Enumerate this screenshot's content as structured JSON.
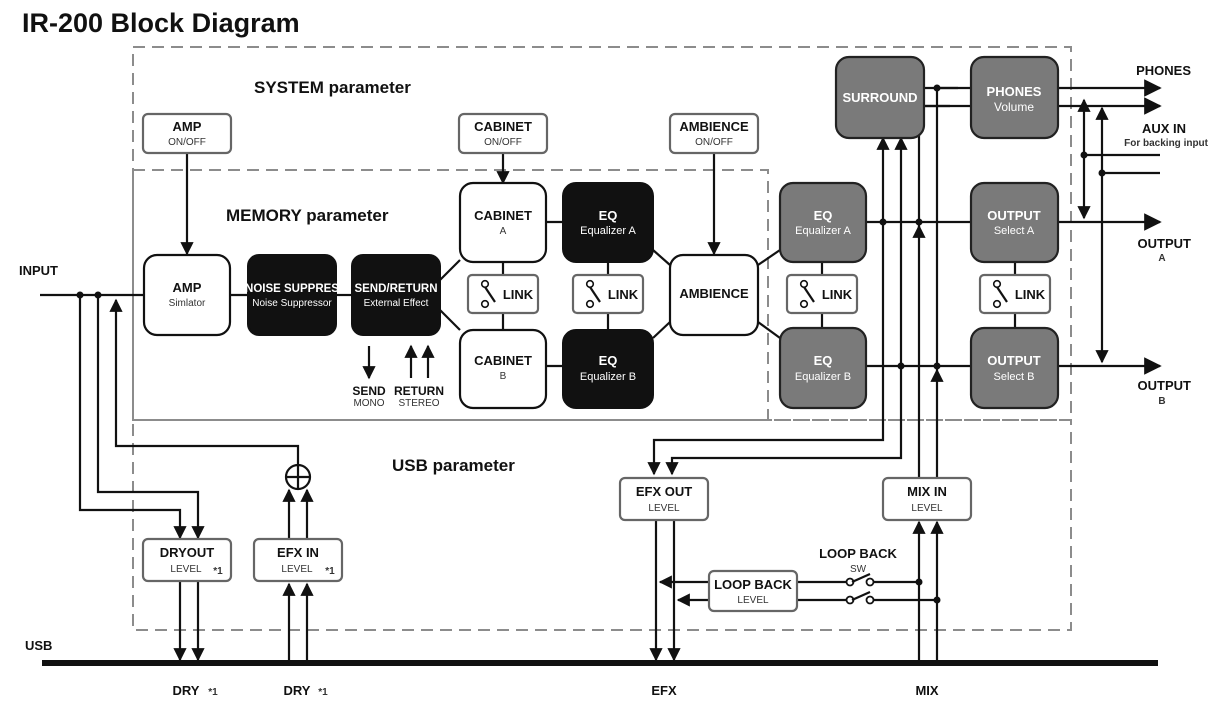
{
  "title": "IR-200 Block Diagram",
  "sections": {
    "system": "SYSTEM parameter",
    "memory": "MEMORY parameter",
    "usb": "USB parameter"
  },
  "io": {
    "input": "INPUT",
    "phones": "PHONES",
    "aux_in": "AUX IN",
    "aux_in_sub": "For backing input",
    "output_a": "OUTPUT",
    "output_a_sub": "A",
    "output_b": "OUTPUT",
    "output_b_sub": "B",
    "usb": "USB"
  },
  "system_blocks": {
    "amp_onoff": {
      "title": "AMP",
      "sub": "ON/OFF"
    },
    "cabinet_onoff": {
      "title": "CABINET",
      "sub": "ON/OFF"
    },
    "ambience_onoff": {
      "title": "AMBIENCE",
      "sub": "ON/OFF"
    },
    "surround": {
      "title": "SURROUND"
    },
    "phones_volume": {
      "title": "PHONES",
      "sub": "Volume"
    }
  },
  "memory_blocks": {
    "amp": {
      "title": "AMP",
      "sub": "Simlator"
    },
    "noise": {
      "title": "NOISE SUPPRES",
      "sub": "Noise Suppressor"
    },
    "send_return": {
      "title": "SEND/RETURN",
      "sub": "External Effect"
    },
    "cabinet_a": {
      "title": "CABINET",
      "sub": "A"
    },
    "cabinet_b": {
      "title": "CABINET",
      "sub": "B"
    },
    "eq_a": {
      "title": "EQ",
      "sub": "Equalizer A"
    },
    "eq_b": {
      "title": "EQ",
      "sub": "Equalizer B"
    },
    "ambience": {
      "title": "AMBIENCE"
    },
    "eq2_a": {
      "title": "EQ",
      "sub": "Equalizer A"
    },
    "eq2_b": {
      "title": "EQ",
      "sub": "Equalizer B"
    },
    "output_a": {
      "title": "OUTPUT",
      "sub": "Select A"
    },
    "output_b": {
      "title": "OUTPUT",
      "sub": "Select B"
    },
    "link": "LINK"
  },
  "send_return_io": {
    "send": "SEND",
    "send_sub": "MONO",
    "return": "RETURN",
    "return_sub": "STEREO"
  },
  "usb_blocks": {
    "dryout": {
      "title": "DRYOUT",
      "sub": "LEVEL",
      "note": "*1"
    },
    "efx_in": {
      "title": "EFX IN",
      "sub": "LEVEL",
      "note": "*1"
    },
    "efx_out": {
      "title": "EFX OUT",
      "sub": "LEVEL"
    },
    "mix_in": {
      "title": "MIX IN",
      "sub": "LEVEL"
    },
    "loop_back": {
      "title": "LOOP BACK",
      "sub": "LEVEL"
    },
    "loop_back_sw": {
      "title": "LOOP BACK",
      "sub": "SW"
    }
  },
  "usb_ports": {
    "dry1": "DRY",
    "dry1_note": "*1",
    "dry2": "DRY",
    "dry2_note": "*1",
    "efx": "EFX",
    "mix": "MIX"
  }
}
